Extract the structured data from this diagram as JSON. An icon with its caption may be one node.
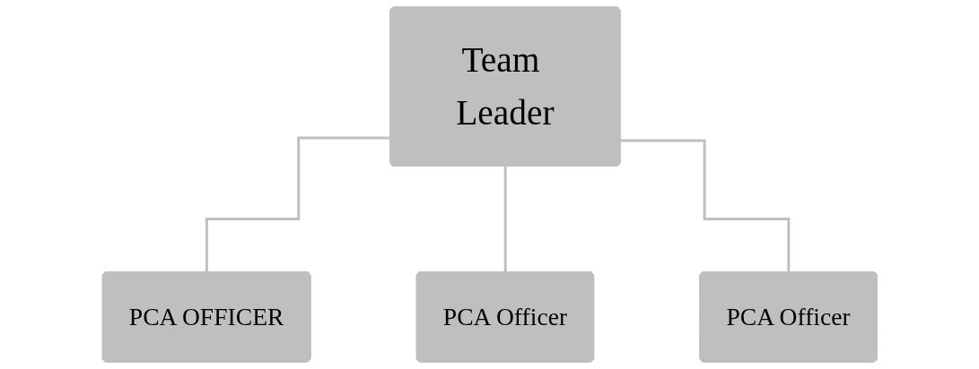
{
  "diagram": {
    "nodes": [
      {
        "text": [
          "Team Leader"
        ]
      },
      {
        "text": [
          "PCA OFFICER"
        ]
      },
      {
        "text": [
          "PCA Officer"
        ]
      },
      {
        "text": [
          "PCA Officer"
        ]
      }
    ],
    "edges": [
      {
        "from": 0,
        "to": 1,
        "arrow": "none"
      },
      {
        "from": 0,
        "to": 2,
        "arrow": "none"
      },
      {
        "from": 0,
        "to": 3,
        "arrow": "none"
      }
    ]
  }
}
